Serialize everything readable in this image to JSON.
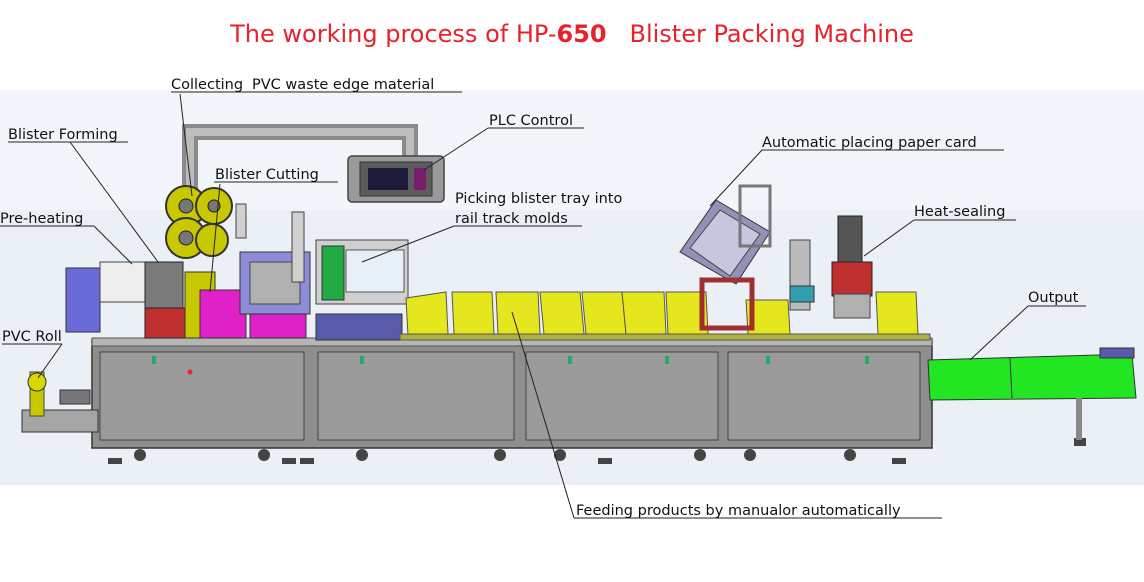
{
  "title": {
    "prefix": "The working process of HP-",
    "model": "650",
    "suffix": "Blister Packing Machine"
  },
  "labels": {
    "collecting": "Collecting",
    "pvc_waste": "PVC waste edge material",
    "blister_forming": "Blister Forming",
    "pre_heating": "Pre-heating",
    "pvc_roll": "PVC Roll",
    "blister_cutting": "Blister Cutting",
    "plc_control": "PLC Control",
    "picking_line1": "Picking blister tray into",
    "picking_line2": "rail track molds",
    "placing_card": "Automatic placing paper card",
    "heat_sealing": "Heat-sealing",
    "output": "Output",
    "feeding": "Feeding products by manualor automatically"
  },
  "colors": {
    "title": "#e8212b",
    "yellow_tray": "#e6e61e",
    "green_conveyor": "#22e622",
    "magenta": "#e020c8",
    "cabinet": "#8e8e8e",
    "background_panel": "#e8eef4"
  }
}
